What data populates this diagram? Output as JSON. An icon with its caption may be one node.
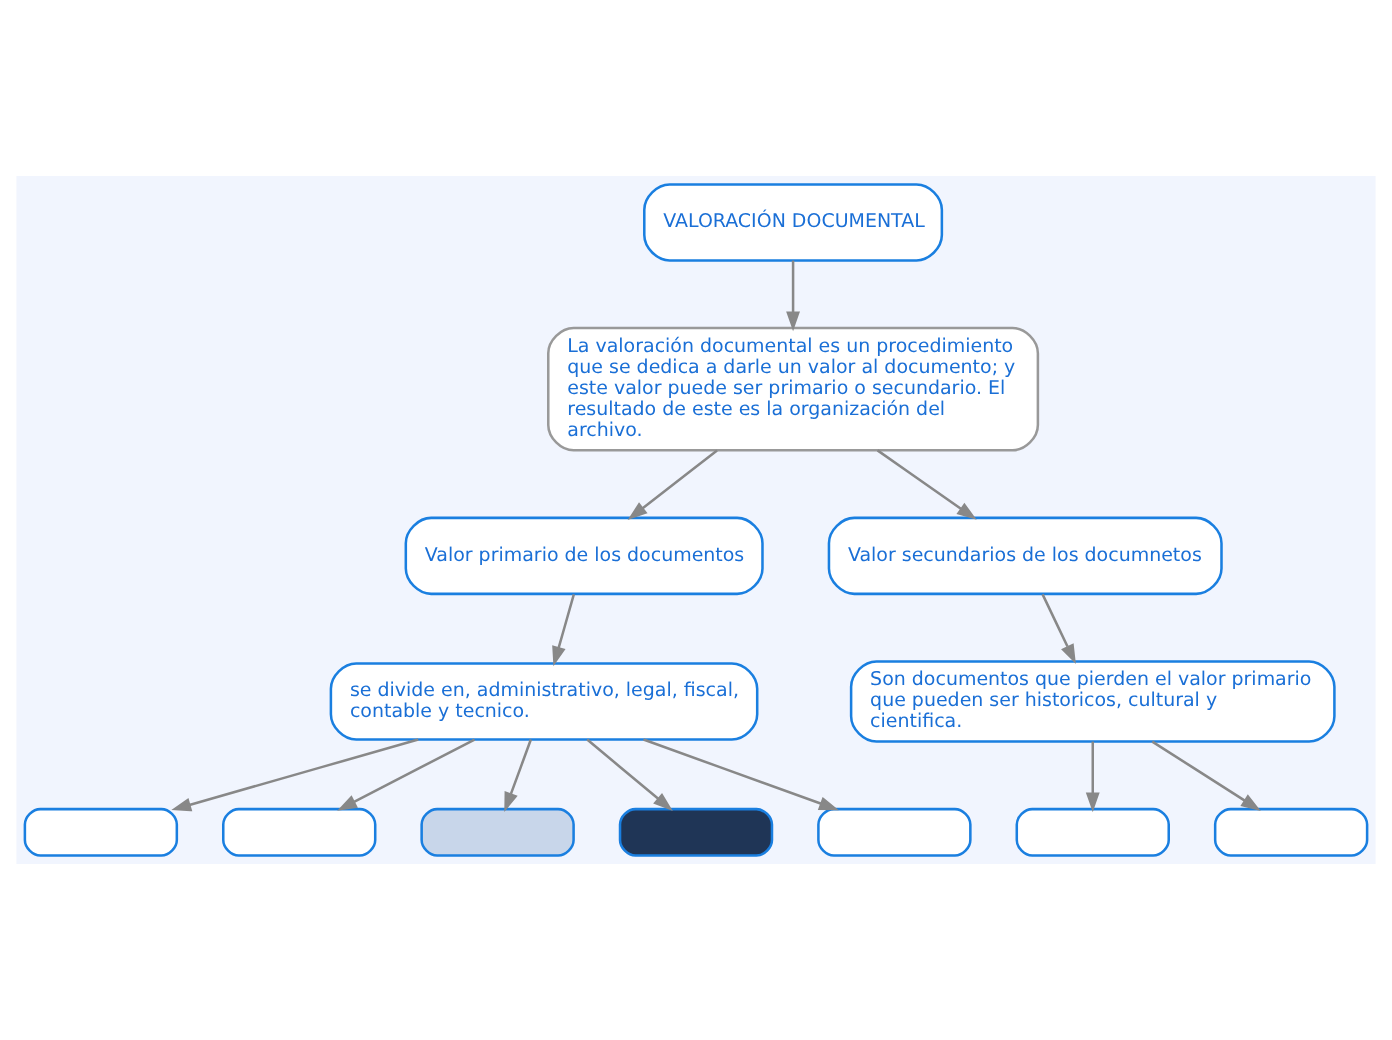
{
  "diagram": {
    "nodes": [
      {
        "text": [
          "VALORACIÓN DOCUMENTAL"
        ]
      },
      {
        "text": [
          "La valoración documental es un procedimiento que se dedica a darle un valor al documento; y este valor puede ser primario o secundario. El resultado de este es la organización del archivo."
        ]
      },
      {
        "text": [
          "Valor primario de los documentos"
        ]
      },
      {
        "text": [
          "Valor secundarios de los documnetos"
        ]
      },
      {
        "text": [
          "se divide en, administrativo, legal, fiscal, contable y tecnico."
        ]
      },
      {
        "text": [
          "Son documentos que pierden el valor primario que pueden ser historicos, cultural y cientifica."
        ]
      },
      {
        "text": [],
        "shape": "box"
      },
      {
        "text": [],
        "shape": "box"
      },
      {
        "text": [],
        "shape": "box"
      },
      {
        "text": [],
        "shape": "box"
      },
      {
        "text": [],
        "shape": "box"
      },
      {
        "text": [],
        "shape": "box"
      },
      {
        "text": [],
        "shape": "box"
      }
    ],
    "edges": [
      {
        "from": 0,
        "to": 1,
        "arrow": "to"
      },
      {
        "from": 1,
        "to": 2,
        "arrow": "to"
      },
      {
        "from": 1,
        "to": 3,
        "arrow": "to"
      },
      {
        "from": 2,
        "to": 4,
        "arrow": "to"
      },
      {
        "from": 3,
        "to": 5,
        "arrow": "to"
      },
      {
        "from": 4,
        "to": 6,
        "arrow": "to"
      },
      {
        "from": 4,
        "to": 7,
        "arrow": "to"
      },
      {
        "from": 4,
        "to": 8,
        "arrow": "to"
      },
      {
        "from": 4,
        "to": 9,
        "arrow": "to"
      },
      {
        "from": 4,
        "to": 10,
        "arrow": "to"
      },
      {
        "from": 5,
        "to": 11,
        "arrow": "to"
      },
      {
        "from": 5,
        "to": 12,
        "arrow": "to"
      }
    ]
  }
}
